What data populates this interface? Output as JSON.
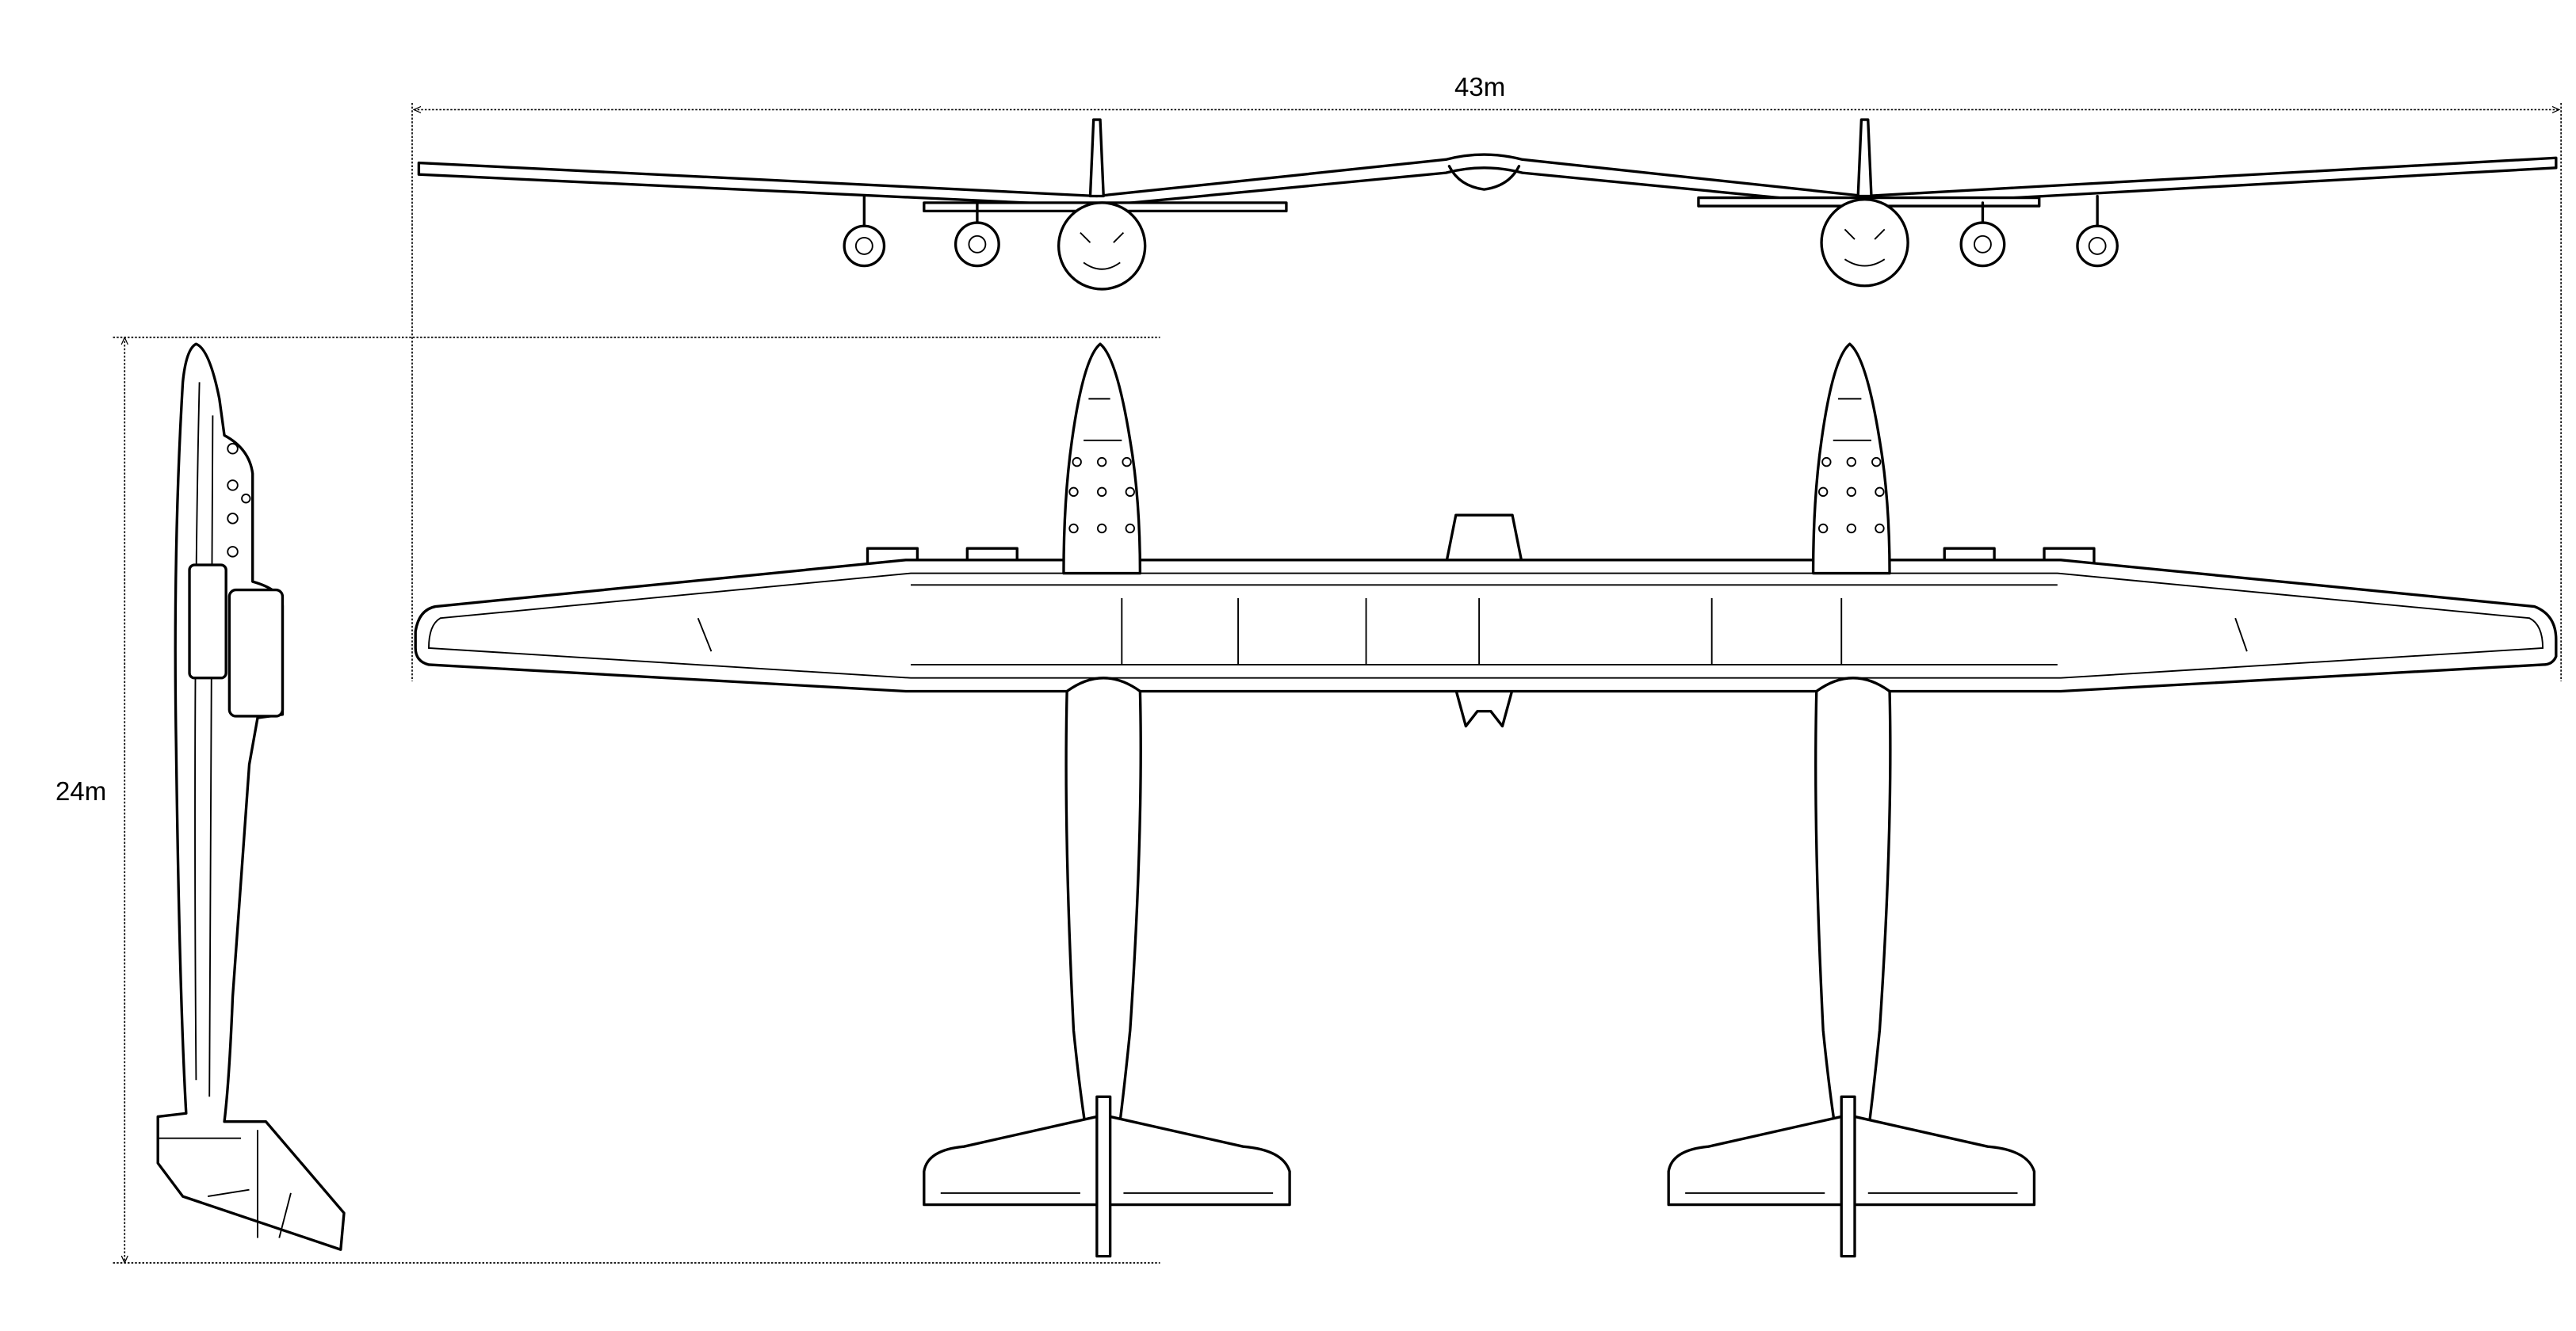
{
  "dimensions": {
    "wingspan_label": "43m",
    "length_label": "24m"
  },
  "views": [
    "front-view",
    "top-view",
    "side-view"
  ],
  "colors": {
    "line": "#000000",
    "background": "#ffffff"
  }
}
